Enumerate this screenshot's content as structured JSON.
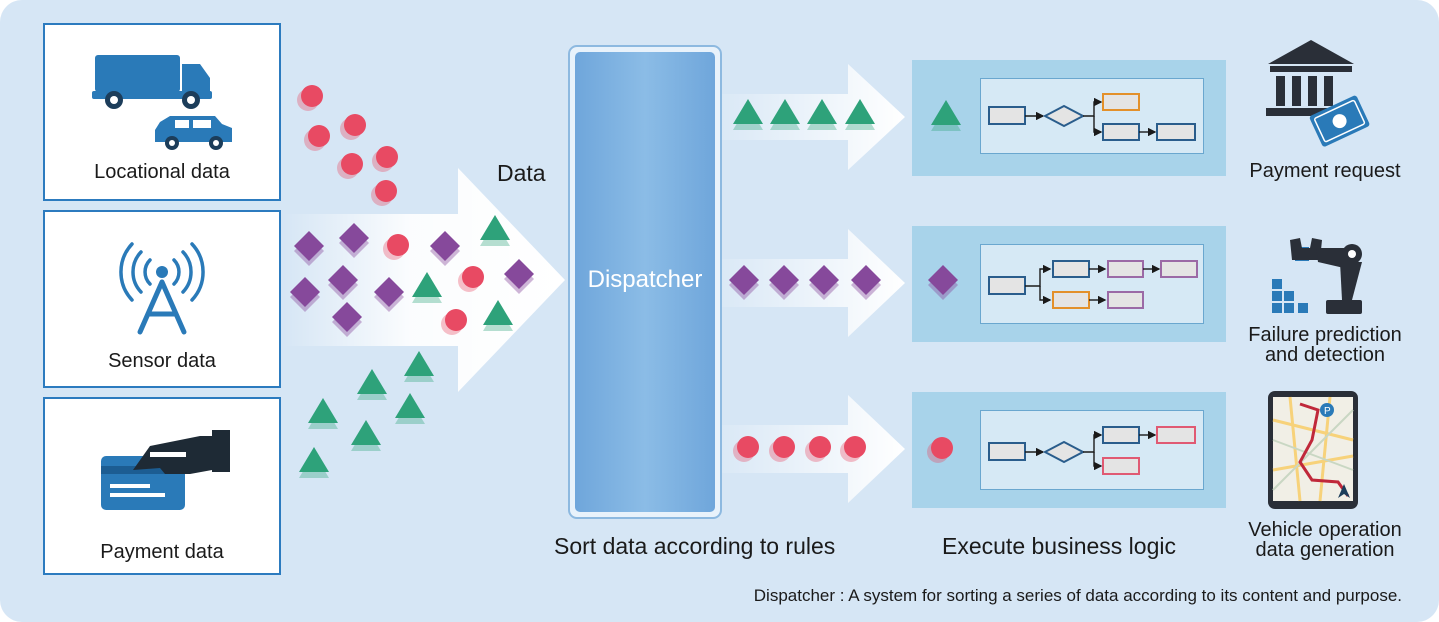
{
  "sources": [
    {
      "label": "Locational data",
      "icon": "truck-and-car-icon"
    },
    {
      "label": "Sensor data",
      "icon": "antenna-tower-icon"
    },
    {
      "label": "Payment data",
      "icon": "card-hand-icon"
    }
  ],
  "data_label": "Data",
  "dispatcher": {
    "label": "Dispatcher"
  },
  "captions": {
    "sort": "Sort data according to rules",
    "execute": "Execute business logic"
  },
  "outputs": [
    {
      "label_lines": [
        "Payment request"
      ],
      "icon": "bank-icon"
    },
    {
      "label_lines": [
        "Failure prediction",
        "and detection"
      ],
      "icon": "robot-arm-icon"
    },
    {
      "label_lines": [
        "Vehicle operation",
        "data generation"
      ],
      "icon": "tablet-map-icon"
    }
  ],
  "footnote": "Dispatcher : A system for sorting a series of data according to its content and purpose.",
  "colors": {
    "background": "#d6e6f5",
    "box_border": "#2c7bbf",
    "dispatcher": "#82b4e2",
    "circle": "#e84a63",
    "diamond": "#86499b",
    "triangle": "#2ea27a",
    "icon": "#2a7ab8",
    "panel": "#a8d3ea",
    "orange_box": "#e3902a",
    "purple_box": "#9b6aa6",
    "pink_box": "#e05a73"
  }
}
